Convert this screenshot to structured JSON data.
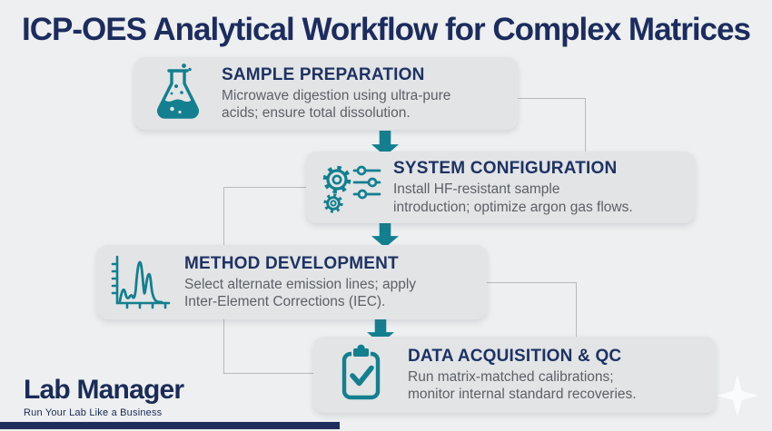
{
  "title": "ICP-OES Analytical Workflow for Complex Matrices",
  "steps": [
    {
      "heading": "SAMPLE PREPARATION",
      "lines": [
        "Microwave digestion using ultra-pure",
        "acids; ensure total dissolution."
      ],
      "icon": "flask"
    },
    {
      "heading": "SYSTEM CONFIGURATION",
      "lines": [
        "Install HF-resistant sample",
        "introduction; optimize argon gas flows."
      ],
      "icon": "gears-sliders"
    },
    {
      "heading": "METHOD DEVELOPMENT",
      "lines": [
        "Select alternate emission lines; apply",
        "Inter-Element Corrections (IEC)."
      ],
      "icon": "emission-spectrum"
    },
    {
      "heading": "DATA ACQUISITION & QC",
      "lines": [
        "Run matrix-matched calibrations;",
        "monitor internal standard recoveries."
      ],
      "icon": "clipboard-check"
    }
  ],
  "branding": {
    "logo_text": "Lab Manager",
    "tagline": "Run Your Lab Like a Business"
  },
  "colors": {
    "background": "#edeff0",
    "card": "#e2e4e6",
    "navy": "#1c2c5e",
    "teal": "#137f8f",
    "body_text": "#5d6165"
  }
}
